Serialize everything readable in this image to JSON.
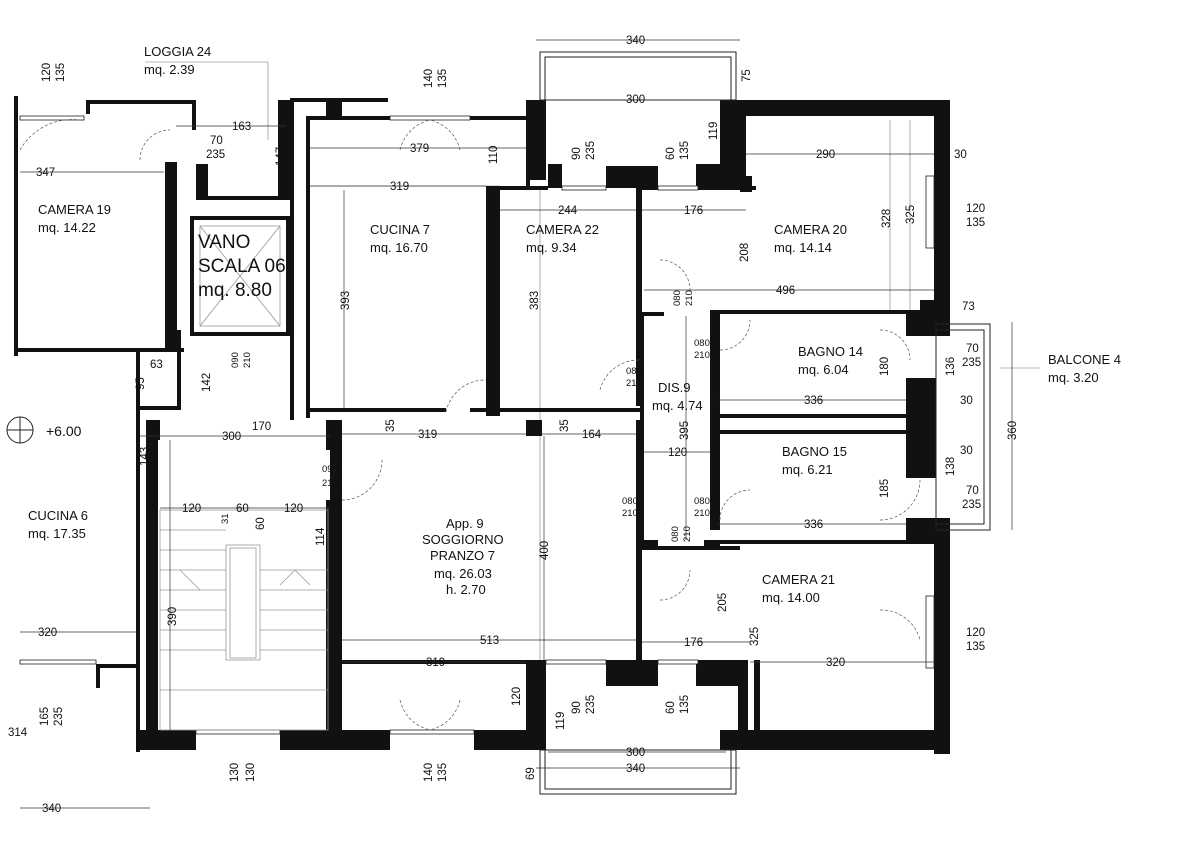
{
  "rooms": {
    "loggia24": {
      "name": "LOGGIA 24",
      "area": "mq. 2.39"
    },
    "camera19": {
      "name": "CAMERA 19",
      "area": "mq. 14.22"
    },
    "vano": {
      "line1": "VANO",
      "line2": "SCALA 06",
      "area": "mq. 8.80"
    },
    "cucina7": {
      "name": "CUCINA 7",
      "area": "mq. 16.70"
    },
    "camera22": {
      "name": "CAMERA 22",
      "area": "mq. 9.34"
    },
    "camera20": {
      "name": "CAMERA 20",
      "area": "mq. 14.14"
    },
    "bagno14": {
      "name": "BAGNO 14",
      "area": "mq. 6.04"
    },
    "balcone4": {
      "name": "BALCONE 4",
      "area": "mq. 3.20"
    },
    "dis9": {
      "name": "DIS.9",
      "area": "mq. 4.74"
    },
    "bagno15": {
      "name": "BAGNO 15",
      "area": "mq. 6.21"
    },
    "cucina6": {
      "name": "CUCINA 6",
      "area": "mq. 17.35"
    },
    "soggiorno": {
      "line1": "App. 9",
      "line2": "SOGGIORNO",
      "line3": "PRANZO 7",
      "area": "mq. 26.03",
      "height": "h. 2.70"
    },
    "camera21": {
      "name": "CAMERA 21",
      "area": "mq. 14.00"
    }
  },
  "elevation": "+6.00",
  "dimensions": {
    "d340_top": "340",
    "d300_top": "300",
    "d75": "75",
    "d119_top": "119",
    "d120_135_tl_a": "120",
    "d120_135_tl_b": "135",
    "d140_135_top_a": "140",
    "d140_135_top_b": "135",
    "d163": "163",
    "d70_235_a": "70",
    "d70_235_b": "235",
    "d147": "147",
    "d347": "347",
    "d379": "379",
    "d110": "110",
    "d319_top": "319",
    "d90_235_top_a": "90",
    "d90_235_top_b": "235",
    "d60_135_top_a": "60",
    "d60_135_top_b": "135",
    "d290": "290",
    "d30_top": "30",
    "d328": "328",
    "d325_top": "325",
    "d120_135_r_a": "120",
    "d120_135_r_b": "135",
    "d244": "244",
    "d176_top": "176",
    "d208": "208",
    "d496": "496",
    "d393": "393",
    "d383": "383",
    "d73": "73",
    "d080_210_a": "080",
    "d080_210_b": "210",
    "d090_210_v_a": "090",
    "d090_210_v_b": "210",
    "d142": "142",
    "d95": "95",
    "d63": "63",
    "d080_210_c_a": "080",
    "d080_210_c_b": "210",
    "d70_235_r_a": "70",
    "d70_235_r_b": "235",
    "d180": "180",
    "d136": "136",
    "d080_210_d_a": "080",
    "d080_210_d_b": "210",
    "d336_a": "336",
    "d30_mid_a": "30",
    "d360": "360",
    "d300_left": "300",
    "d170": "170",
    "d35_a": "35",
    "d319_mid": "319",
    "d35_b": "35",
    "d164": "164",
    "d395": "395",
    "d143": "143",
    "d090_210_h_a": "090",
    "d090_210_h_b": "210",
    "d120_mid": "120",
    "d30_mid_b": "30",
    "d138": "138",
    "d185": "185",
    "d70_235_r2_a": "70",
    "d70_235_r2_b": "235",
    "d120_st": "120",
    "d60_st": "60",
    "d31": "31",
    "d60_st_v": "60",
    "d120_st_b": "120",
    "d080_210_e_a": "080",
    "d080_210_e_b": "210",
    "d080_210_f_a": "080",
    "d080_210_f_b": "210",
    "d336_b": "336",
    "d114": "114",
    "d080_210_g_a": "080",
    "d080_210_g_b": "210",
    "d400": "400",
    "d390": "390",
    "d205": "205",
    "d325_bot": "325",
    "d120_135_br_a": "120",
    "d120_135_br_b": "135",
    "d320_left": "320",
    "d513": "513",
    "d176_bot": "176",
    "d320_right": "320",
    "d319_bot": "319",
    "d120_bot": "120",
    "d90_235_bot_a": "90",
    "d90_235_bot_b": "235",
    "d60_135_bot_a": "60",
    "d60_135_bot_b": "135",
    "d119_bot": "119",
    "d165": "165",
    "d235_bl": "235",
    "d314": "314",
    "d300_bot": "300",
    "d340_bot": "340",
    "d69": "69",
    "d130_130_a": "130",
    "d130_130_b": "130",
    "d140_135_bot_a": "140",
    "d140_135_bot_b": "135",
    "d340_bl": "340"
  }
}
